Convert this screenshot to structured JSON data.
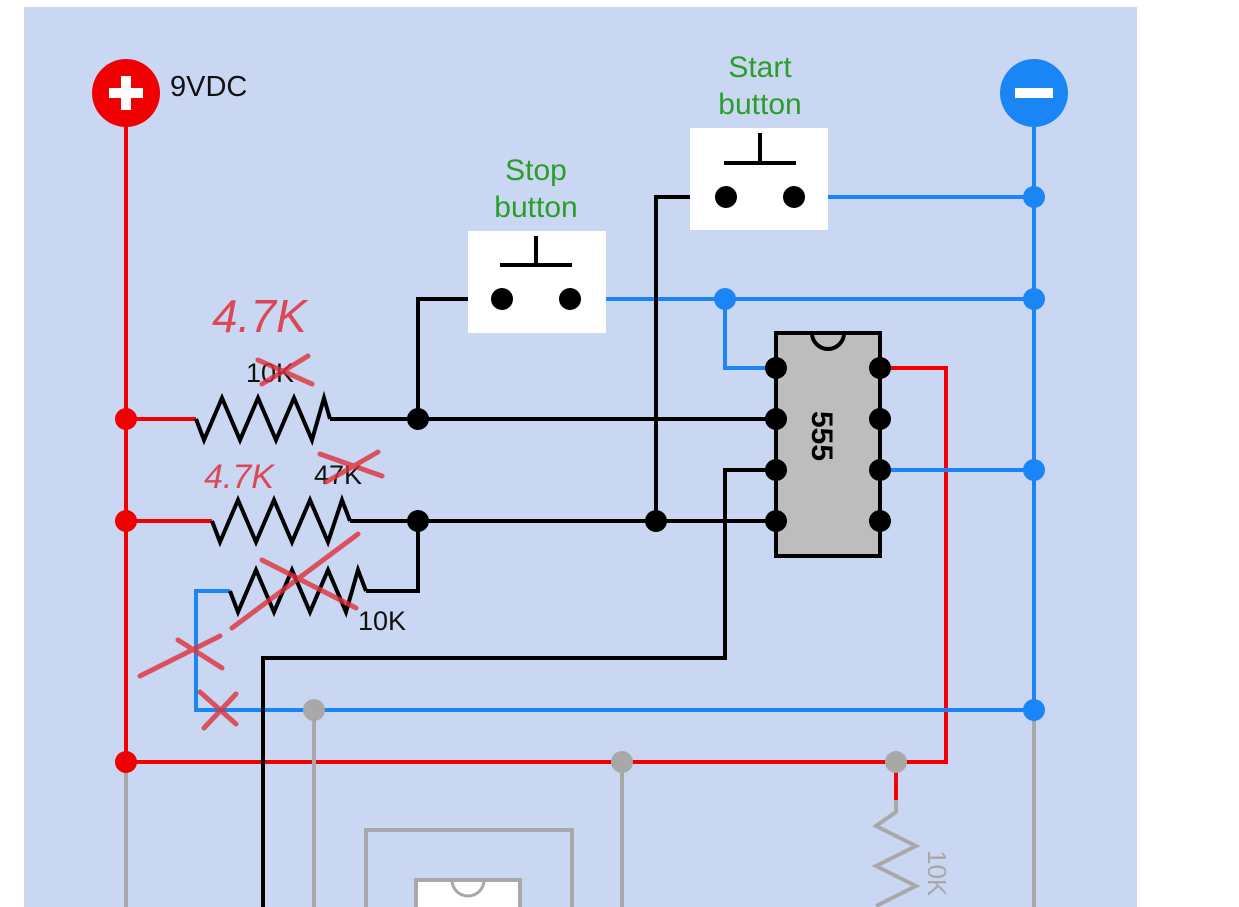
{
  "supply": {
    "positive_symbol": "+",
    "negative_symbol": "−",
    "voltage_label": "9VDC"
  },
  "buttons": {
    "stop": {
      "line1": "Stop",
      "line2": "button"
    },
    "start": {
      "line1": "Start",
      "line2": "button"
    }
  },
  "ic": {
    "label": "555"
  },
  "resistors": {
    "r1_value_printed": "10K",
    "r1_value_handwritten": "4.7K",
    "r2_value_printed": "47K",
    "r2_value_handwritten": "4.7K",
    "r3_value_printed": "10K",
    "r4_value_printed": "10K"
  },
  "colors": {
    "board_bg": "#c9d7f3",
    "positive_wire": "#f00000",
    "negative_wire": "#1a86f5",
    "signal_wire": "#000000",
    "inactive_wire": "#a8a8a8",
    "label_green": "#2a9e2a",
    "ink_red": "#e0303a",
    "ic_body": "#bdbdbd"
  },
  "icons": {
    "positive_terminal": "plus-circle-icon",
    "negative_terminal": "minus-circle-icon",
    "strike_mark": "x-mark-icon"
  }
}
